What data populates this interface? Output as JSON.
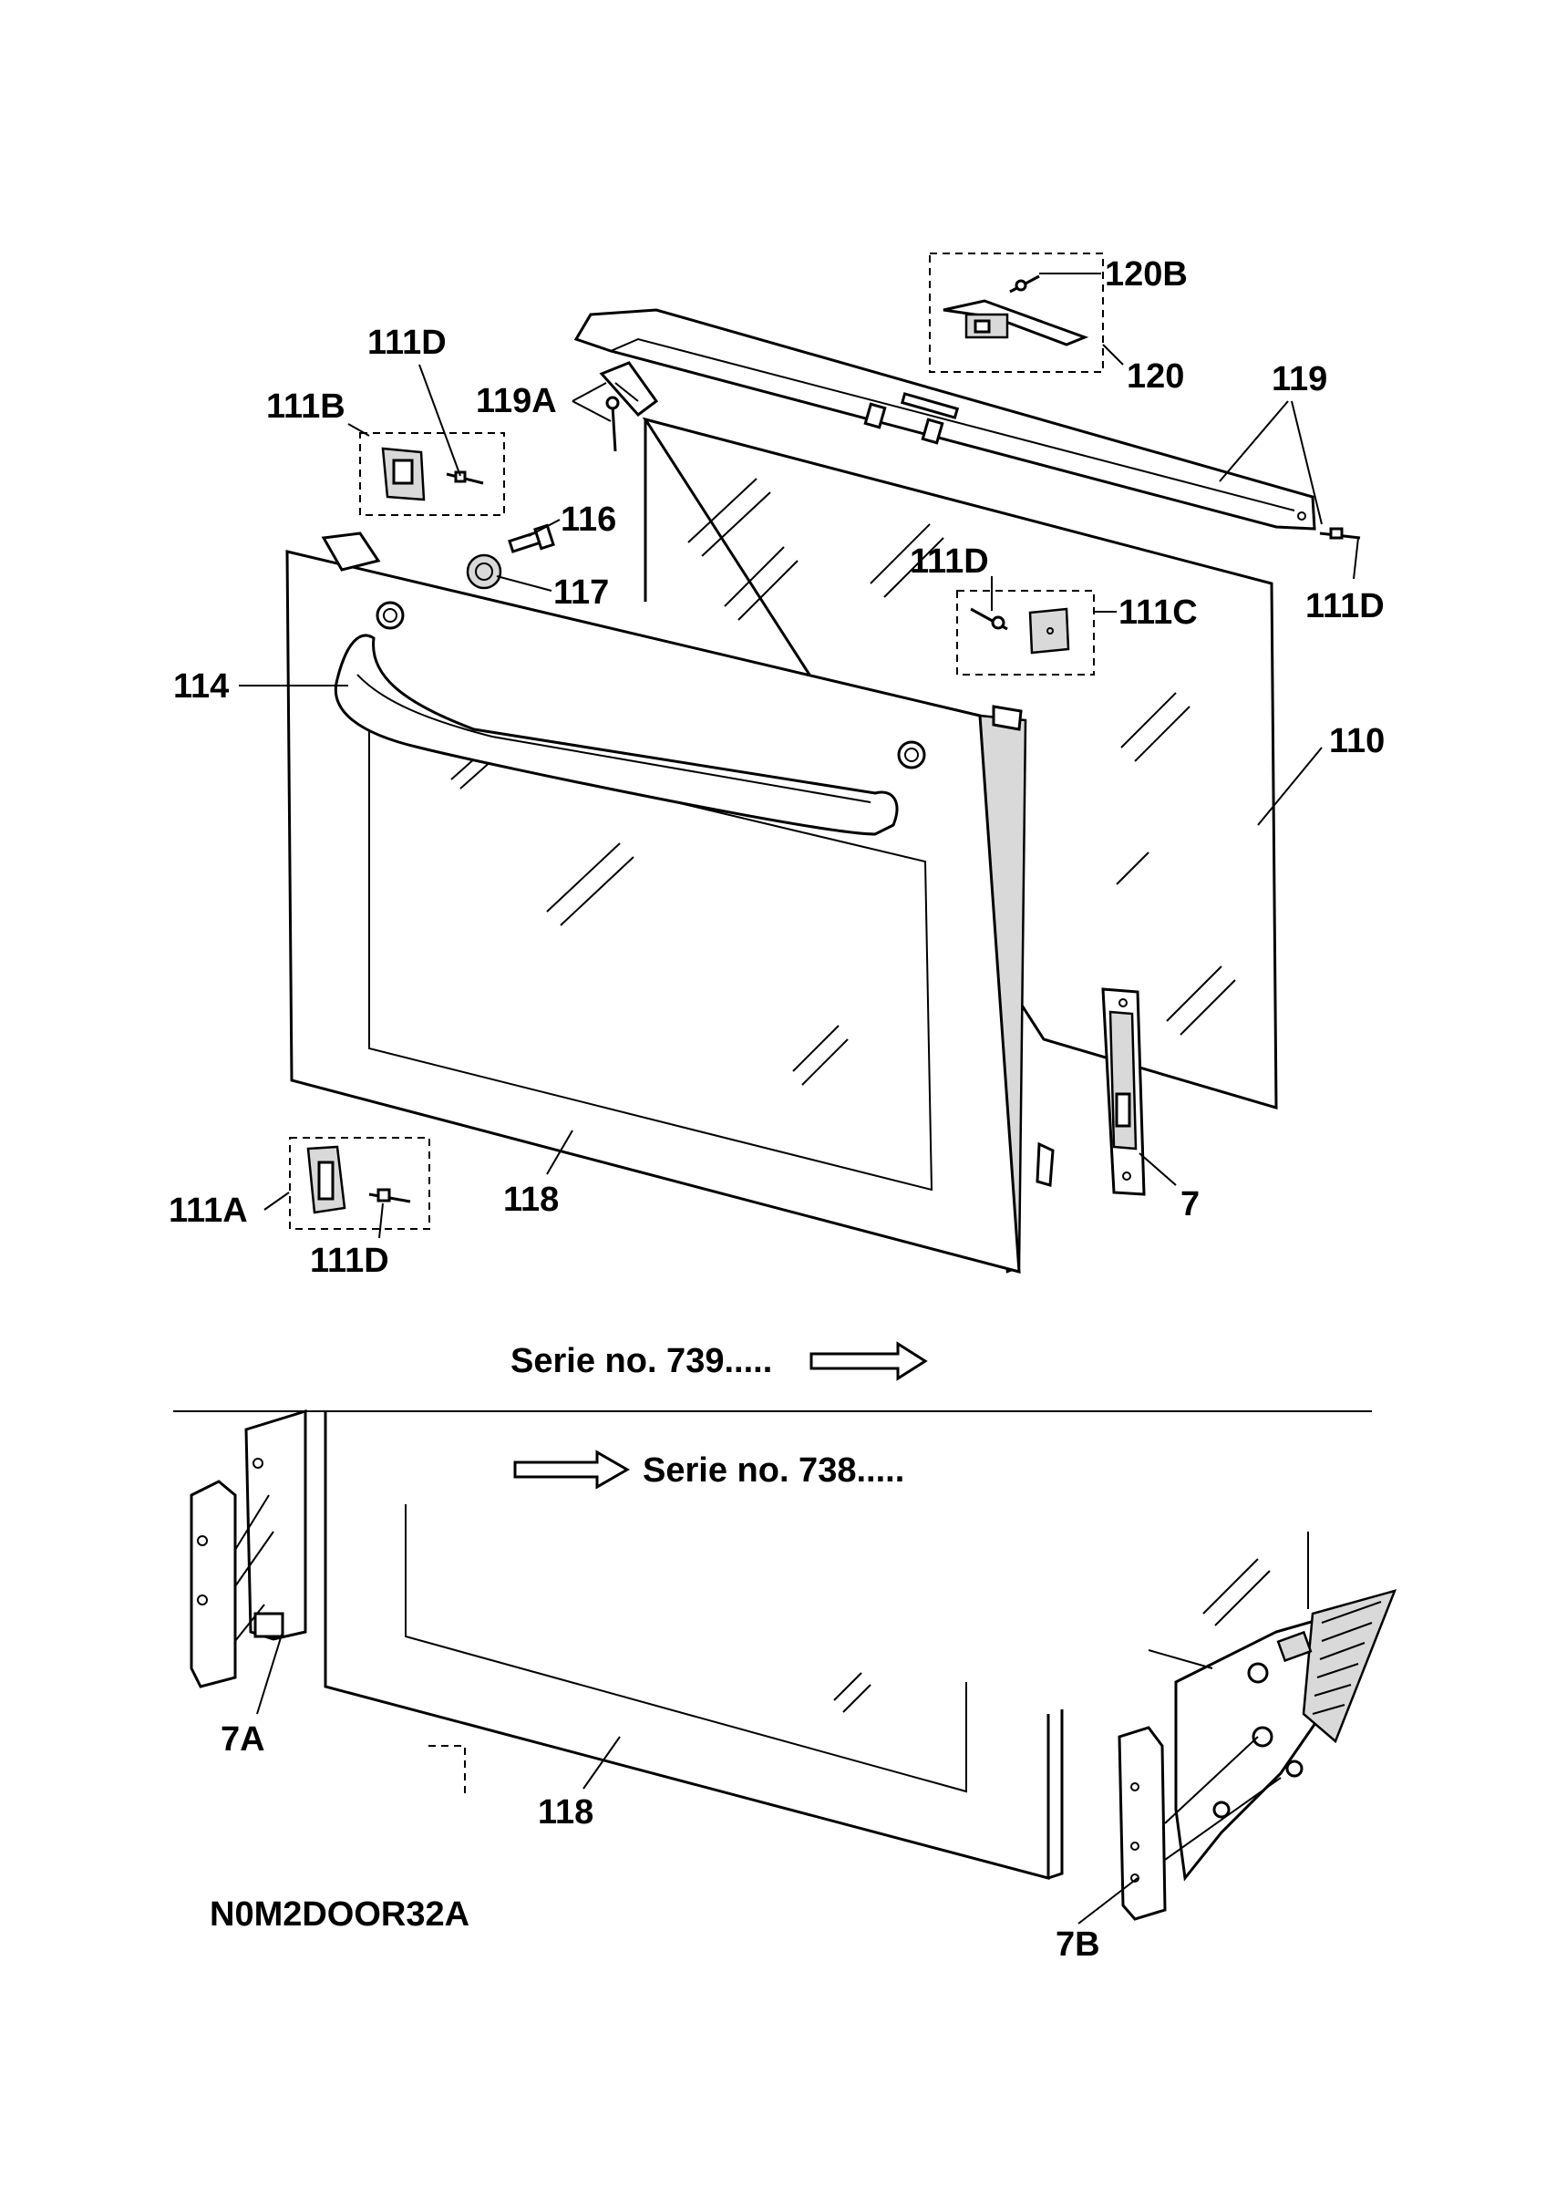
{
  "labels": {
    "p120B": "120B",
    "p120": "120",
    "p119": "119",
    "p119A": "119A",
    "p111D_top": "111D",
    "p111B": "111B",
    "p116": "116",
    "p117": "117",
    "p111D_mid": "111D",
    "p111C": "111C",
    "p111D_right": "111D",
    "p114": "114",
    "p110": "110",
    "p111A": "111A",
    "p111D_bottom": "111D",
    "p118_top": "118",
    "p7": "7",
    "p7A": "7A",
    "p118_bottom": "118",
    "p7B": "7B"
  },
  "serie": {
    "upper": "Serie no. 739.....",
    "lower": "Serie no. 738....."
  },
  "drawing_code": "N0M2DOOR32A"
}
